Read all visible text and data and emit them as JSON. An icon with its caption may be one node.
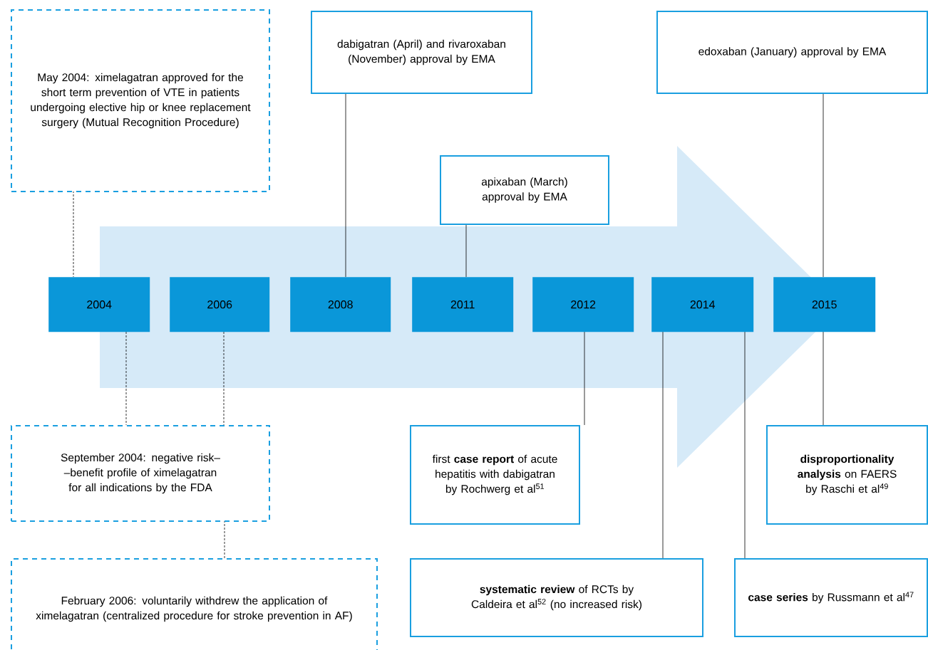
{
  "diagram": {
    "nodes": [
      {
        "text": [
          "May 2004: ximelagatran approved for the short term prevention of VTE in patients undergoing elective hip or knee replacement surgery (Mutual Recognition Procedure)"
        ]
      },
      {
        "text": [
          "dabigatran (April) and rivaroxaban (November) approval by EMA"
        ]
      },
      {
        "text": [
          "apixaban (March) approval by EMA"
        ]
      },
      {
        "text": [
          "edoxaban (January) approval by EMA"
        ]
      },
      {
        "text": [
          "2004"
        ]
      },
      {
        "text": [
          "2006"
        ]
      },
      {
        "text": [
          "2008"
        ]
      },
      {
        "text": [
          "2011"
        ]
      },
      {
        "text": [
          "2012"
        ]
      },
      {
        "text": [
          "2014"
        ]
      },
      {
        "text": [
          "2015"
        ]
      },
      {
        "text": [
          "September 2004: negative risk– –benefit profile of ximelagatran for all indications by the FDA"
        ]
      },
      {
        "text": [
          "first **case report** of acute hepatitis with dabigatran by Rochwerg et al$^{51}$"
        ]
      },
      {
        "text": [
          "**disproportionality analysis** on FAERS by Raschi et al$^{49}$"
        ]
      },
      {
        "text": [
          "February 2006: voluntarily withdrew the application of ximelagatran (centralized procedure for stroke prevention in AF)"
        ]
      },
      {
        "text": [
          "**systematic review** of RCTs by Caldeira et al$^{52}$ (no increased risk)"
        ]
      },
      {
        "text": [
          "**case series** by Russmann et al$^{47}$"
        ]
      }
    ],
    "edges": [
      {
        "from": 0,
        "to": 4,
        "arrow": "none",
        "style": "dashed"
      },
      {
        "from": 1,
        "to": 6,
        "arrow": "none"
      },
      {
        "from": 2,
        "to": 7,
        "arrow": "none"
      },
      {
        "from": 3,
        "to": 10,
        "arrow": "none"
      },
      {
        "from": 4,
        "to": 11,
        "arrow": "none",
        "style": "dashed"
      },
      {
        "from": 5,
        "to": 11,
        "arrow": "none",
        "style": "dashed"
      },
      {
        "from": 11,
        "to": 14,
        "arrow": "none",
        "style": "dashed"
      },
      {
        "from": 8,
        "to": 12,
        "arrow": "none"
      },
      {
        "from": 9,
        "to": 15,
        "arrow": "none"
      },
      {
        "from": 9,
        "to": 16,
        "arrow": "none"
      },
      {
        "from": 10,
        "to": 13,
        "arrow": "none"
      },
      {
        "from": 4,
        "to": 10,
        "arrow": "to",
        "style": "thick",
        "color": "#d6eaf8"
      }
    ]
  }
}
